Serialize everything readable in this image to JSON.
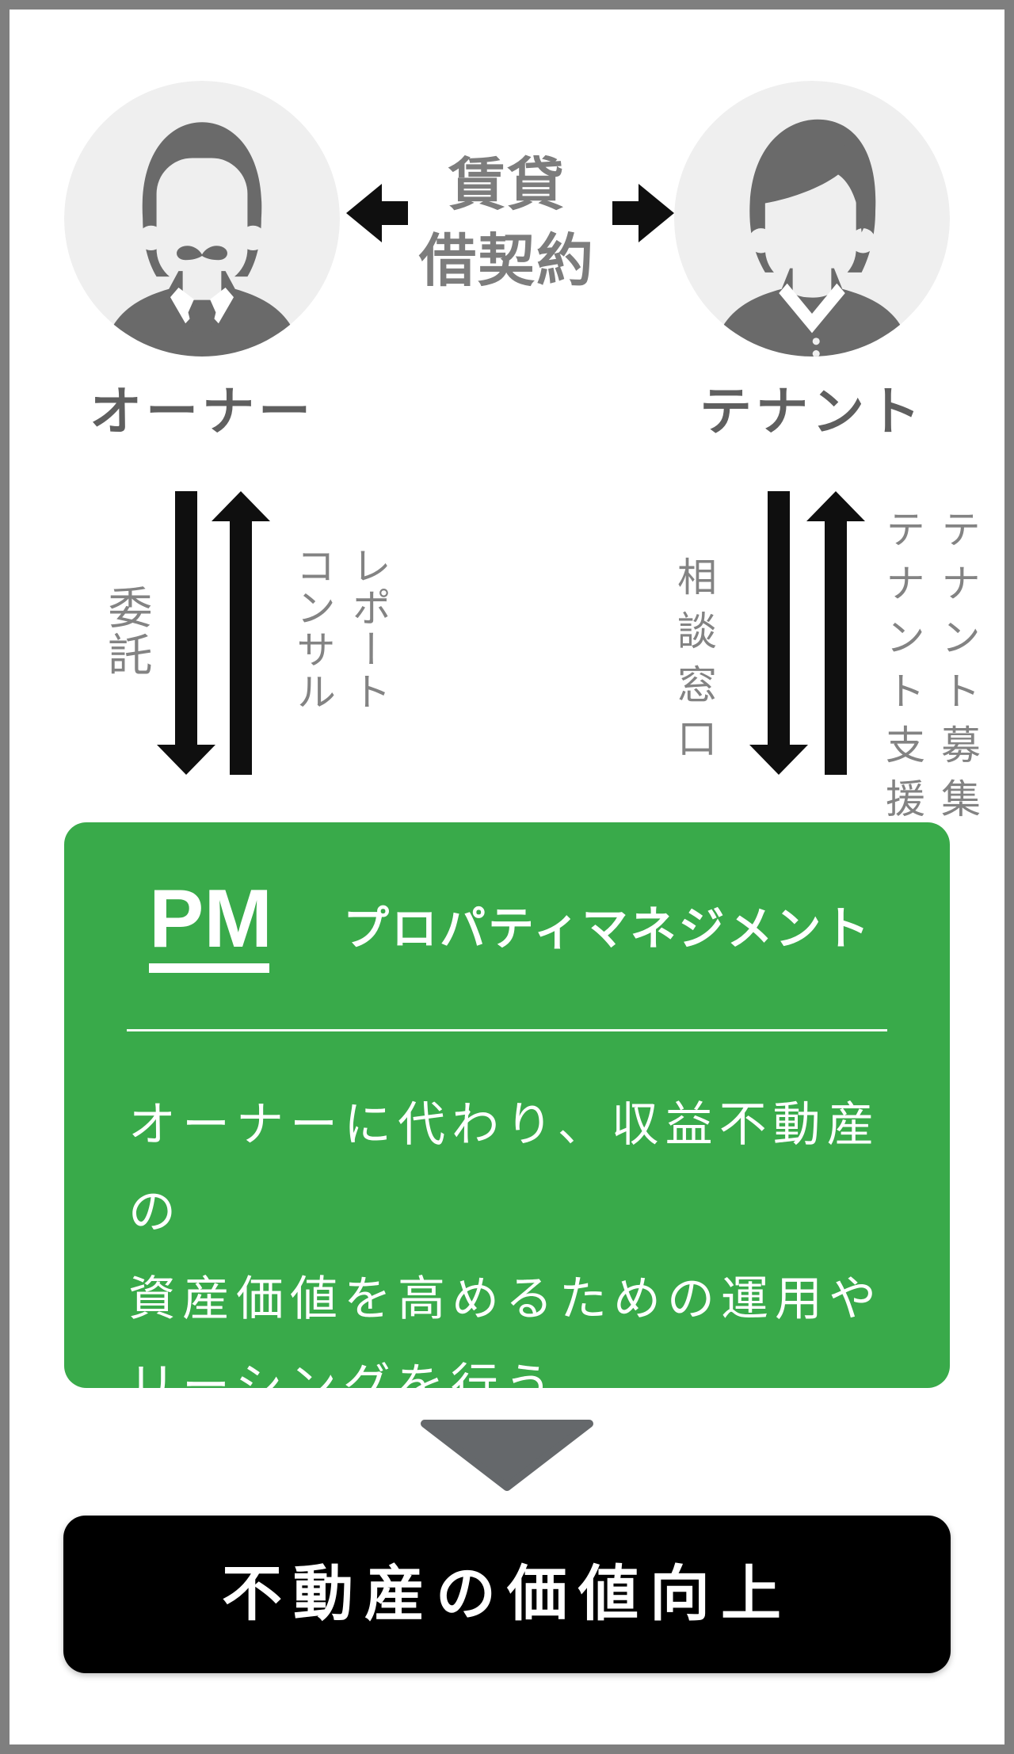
{
  "diagram": {
    "actors": {
      "owner": {
        "label": "オーナー"
      },
      "tenant": {
        "label": "テナント"
      }
    },
    "contract": {
      "line1": "賃貸",
      "line2": "借契約"
    },
    "owner_flow": {
      "down_label": "委託",
      "up_label_lines": [
        "レポート",
        "コンサル"
      ]
    },
    "tenant_flow": {
      "down_label": "相談窓口",
      "up_label_lines": [
        "テナント募集",
        "テナント支援"
      ]
    },
    "pm_box": {
      "abbr": "PM",
      "title": "プロパティマネジメント",
      "description_lines": [
        "オーナーに代わり、収益不動産の",
        "資産価値を高めるための運用や",
        "リーシングを行う。"
      ]
    },
    "result_box": {
      "label": "不動産の価値向上"
    },
    "colors": {
      "green": "#39aa4a",
      "black_box": "#000000",
      "frame_gray": "#7f7f7f",
      "annotation_gray": "#838383",
      "actor_label_gray": "#5f5f5f",
      "figure_gray": "#6a6a6a",
      "avatar_circle_bg": "#efefef",
      "triangle_gray": "#65686b",
      "arrow_black": "#0f0f0f",
      "white": "#ffffff"
    }
  }
}
